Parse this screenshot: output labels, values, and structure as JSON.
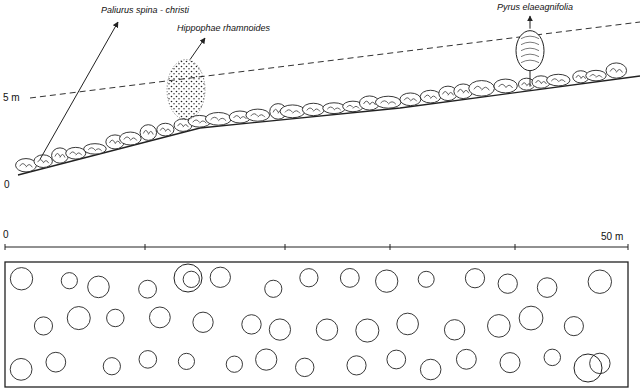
{
  "diagram": {
    "labels": [
      "Paliurus spina - christi",
      "Hippophae rhamnoides",
      "Pyrus elaeagnifolia",
      "5 m",
      "0",
      "0",
      "50 m"
    ]
  }
}
